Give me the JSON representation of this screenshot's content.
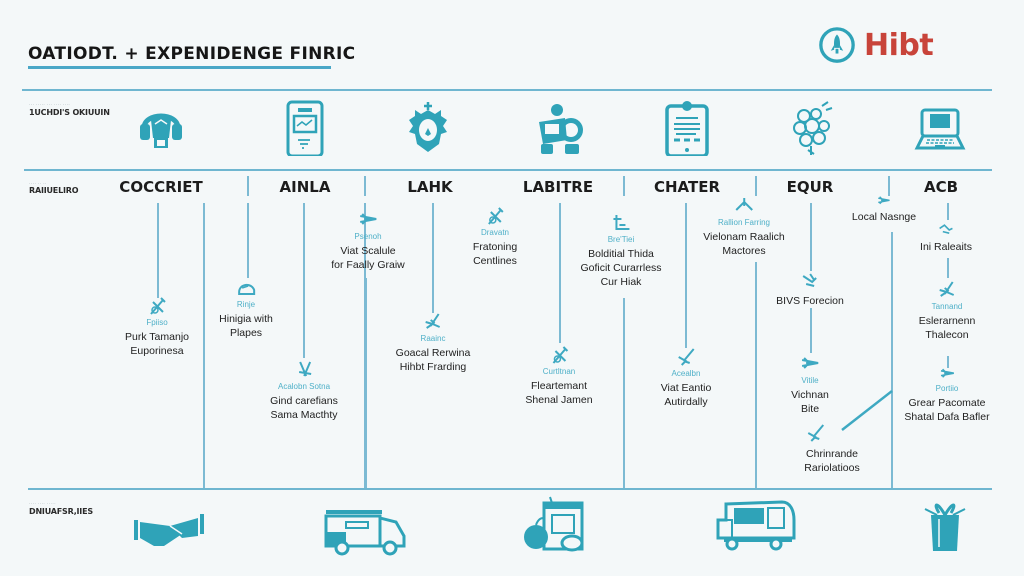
{
  "header": {
    "title": "OATIODT. + EXPENIDENGE FINRIC",
    "brand": {
      "name": "Hibt",
      "logo_icon": "rocket-circle-icon",
      "name_color": "#c8443a",
      "logo_color": "#2fa3b8"
    }
  },
  "colors": {
    "accent": "#2fa3b8",
    "line": "#6fb6d0",
    "tag": "#4fb0c8",
    "text": "#222222",
    "background": "#f4f8f9"
  },
  "rows": {
    "top": {
      "small": "··· ····· ··· ···· ····",
      "label": "1UCHDI'S OKIUUIN"
    },
    "middle": {
      "small": "···· ·· ··",
      "label": "RAIIUELIRO"
    },
    "bottom": {
      "small": "···· ···· ·····",
      "label": "DNIUAFSR,IIES"
    }
  },
  "top_icons": [
    {
      "name": "headphones-person-icon"
    },
    {
      "name": "tablet-document-icon"
    },
    {
      "name": "star-badge-icon"
    },
    {
      "name": "delivery-person-icon"
    },
    {
      "name": "tablet-checklist-icon"
    },
    {
      "name": "flower-bouquet-icon"
    },
    {
      "name": "laptop-icon"
    }
  ],
  "columns": [
    {
      "heading": "COCCRIET"
    },
    {
      "heading": "AINLA"
    },
    {
      "heading": "LAHK"
    },
    {
      "heading": "LABITRE"
    },
    {
      "heading": "CHATER"
    },
    {
      "heading": "EQUR"
    },
    {
      "heading": "ACB"
    }
  ],
  "nodes": [
    {
      "tag": "Fpiiso",
      "lines": [
        "Purk Tamanjo",
        "Euporinesa"
      ],
      "icon": "tools-icon"
    },
    {
      "tag": "Rinje",
      "lines": [
        "Hinigia with",
        "Plapes"
      ],
      "icon": "mouse-icon"
    },
    {
      "tag": "Acalobn Sotna",
      "lines": [
        "Gind carefians",
        "Sama Macthty"
      ],
      "icon": "wrench-icon"
    },
    {
      "tag": "Psenoh",
      "lines": [
        "Viat Scalule",
        "for Faally Graiw"
      ],
      "icon": "drone-icon"
    },
    {
      "tag": "Raainc",
      "lines": [
        "Goacal Rerwina",
        "Hihbt Frarding"
      ],
      "icon": "splash-icon"
    },
    {
      "tag": "Dravatn",
      "lines": [
        "Fratoning",
        "Centlines"
      ],
      "icon": "tools-icon"
    },
    {
      "tag": "Curtltnan",
      "lines": [
        "Fleartemant",
        "Shenal Jamen"
      ],
      "icon": "tools-icon"
    },
    {
      "tag": "Bre'Tiei",
      "lines": [
        "Bolditial Thida",
        "Goficit Curarrless",
        "Cur Hiak"
      ],
      "icon": "crane-icon"
    },
    {
      "tag": "Acealbn",
      "lines": [
        "Viat Eantio",
        "Autirdally"
      ],
      "icon": "pen-icon"
    },
    {
      "tag": "Rallion Farring",
      "lines": [
        "Vielonam Raalich",
        "Mactores"
      ],
      "icon": "antenna-icon"
    },
    {
      "tag": "",
      "lines": [
        "BIVS Forecion"
      ],
      "icon": "hand-icon"
    },
    {
      "tag": "Vitile",
      "lines": [
        "Vichnan",
        "Bite"
      ],
      "icon": "drone-icon"
    },
    {
      "tag": "",
      "lines": [
        "Chrinrande",
        "Rariolatioos"
      ],
      "icon": "pen-icon"
    },
    {
      "tag": "",
      "lines": [
        "Local Nasnge"
      ],
      "icon": "drone-icon"
    },
    {
      "tag": "",
      "lines": [
        "Ini Raleaits"
      ],
      "icon": "bird-icon"
    },
    {
      "tag": "Tannand",
      "lines": [
        "Eslerarnenn",
        "Thalecon"
      ],
      "icon": "splash-icon"
    },
    {
      "tag": "Portiio",
      "lines": [
        "Grear Pacomate",
        "Shatal Dafa Bafler"
      ],
      "icon": "drone-icon"
    }
  ],
  "bottom_icons": [
    {
      "name": "handshake-icon"
    },
    {
      "name": "van-icon"
    },
    {
      "name": "grocery-store-icon"
    },
    {
      "name": "food-truck-icon"
    },
    {
      "name": "gift-box-icon"
    }
  ]
}
